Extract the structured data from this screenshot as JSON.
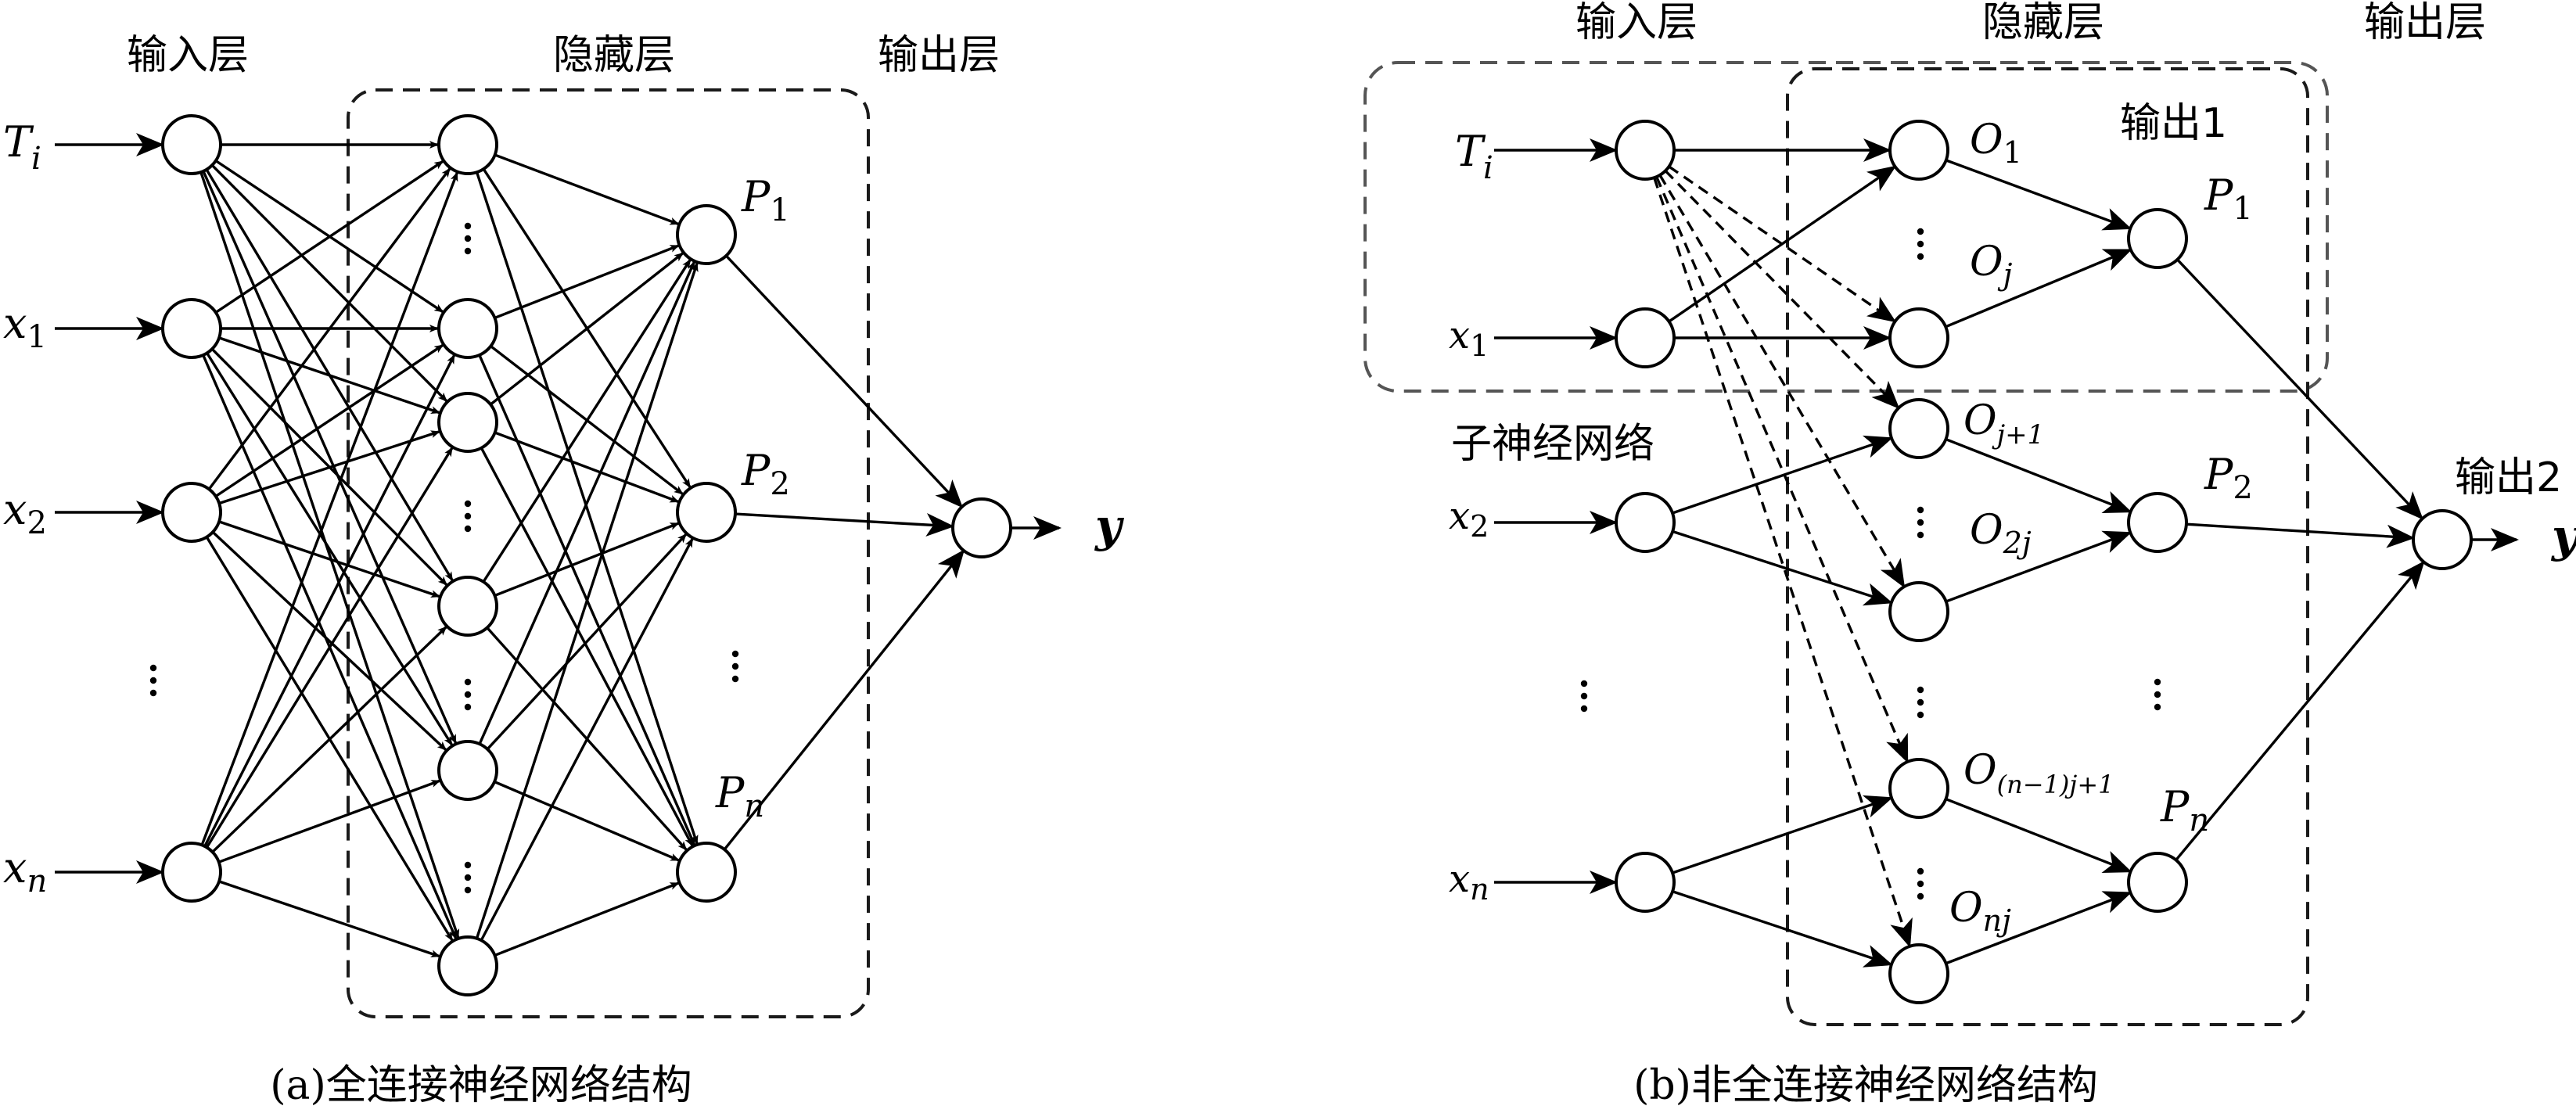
{
  "panel_a": {
    "layer_input": "输入层",
    "layer_hidden": "隐藏层",
    "layer_output": "输出层",
    "inputs": [
      {
        "base": "T",
        "sub": "i"
      },
      {
        "base": "x",
        "sub": "1"
      },
      {
        "base": "x",
        "sub": "2"
      },
      {
        "base": "x",
        "sub": "n"
      }
    ],
    "hidden_outputs": [
      {
        "base": "P",
        "sub": "1"
      },
      {
        "base": "P",
        "sub": "2"
      },
      {
        "base": "P",
        "sub": "n"
      }
    ],
    "output": "y",
    "caption": "(a)全连接神经网络结构"
  },
  "panel_b": {
    "layer_input": "输入层",
    "layer_hidden": "隐藏层",
    "layer_output": "输出层",
    "output1_label": "输出1",
    "output2_label": "输出2",
    "subnet_label": "子神经网络",
    "inputs": [
      {
        "base": "T",
        "sub": "i"
      },
      {
        "base": "x",
        "sub": "1"
      },
      {
        "base": "x",
        "sub": "2"
      },
      {
        "base": "x",
        "sub": "n"
      }
    ],
    "hidden_nodes": [
      {
        "base": "O",
        "sub": "1"
      },
      {
        "base": "O",
        "sub": "j"
      },
      {
        "base": "O",
        "sub": "j+1"
      },
      {
        "base": "O",
        "sub": "2j"
      },
      {
        "base": "O",
        "sub": "(n−1)j+1"
      },
      {
        "base": "O",
        "sub": "nj"
      }
    ],
    "hidden_outputs": [
      {
        "base": "P",
        "sub": "1"
      },
      {
        "base": "P",
        "sub": "2"
      },
      {
        "base": "P",
        "sub": "n"
      }
    ],
    "output": "y",
    "caption": "(b)非全连接神经网络结构"
  }
}
